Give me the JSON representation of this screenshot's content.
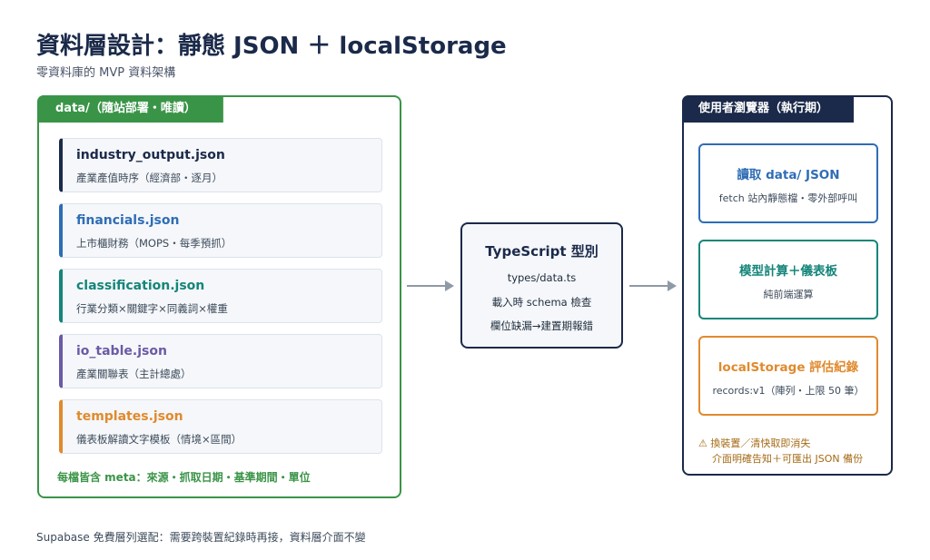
{
  "title": "資料層設計：靜態 JSON ＋ localStorage",
  "subtitle": "零資料庫的 MVP 資料架構",
  "data_panel": {
    "label": "data/（隨站部署・唯讀）",
    "files": [
      {
        "name": "industry_output.json",
        "desc": "產業產值時序（經濟部・逐月）",
        "color": "#1b2a4a"
      },
      {
        "name": "financials.json",
        "desc": "上市櫃財務（MOPS・每季預抓）",
        "color": "#2f6db5"
      },
      {
        "name": "classification.json",
        "desc": "行業分類×關鍵字×同義詞×權重",
        "color": "#14857a"
      },
      {
        "name": "io_table.json",
        "desc": "產業關聯表（主計總處）",
        "color": "#6b5aa6"
      },
      {
        "name": "templates.json",
        "desc": "儀表板解讀文字模板（情境×區間）",
        "color": "#e08a2e"
      }
    ],
    "meta_note": "每檔皆含 meta：來源・抓取日期・基準期間・單位"
  },
  "ts_box": {
    "title": "TypeScript 型別",
    "lines": [
      "types/data.ts",
      "載入時 schema 檢查",
      "欄位缺漏→建置期報錯"
    ]
  },
  "browser_panel": {
    "label": "使用者瀏覽器（執行期）",
    "steps": [
      {
        "title": "讀取 data/ JSON",
        "desc": "fetch 站內靜態檔・零外部呼叫",
        "color": "#2f6db5"
      },
      {
        "title": "模型計算＋儀表板",
        "desc": "純前端運算",
        "color": "#14857a"
      },
      {
        "title": "localStorage 評估紀錄",
        "desc": "records:v1（陣列・上限 50 筆）",
        "color": "#e08a2e"
      }
    ],
    "warning": [
      "⚠ 換裝置／清快取即消失",
      "介面明確告知＋可匯出 JSON 備份"
    ]
  },
  "footer": "Supabase 免費層列選配：需要跨裝置紀錄時再接，資料層介面不變"
}
